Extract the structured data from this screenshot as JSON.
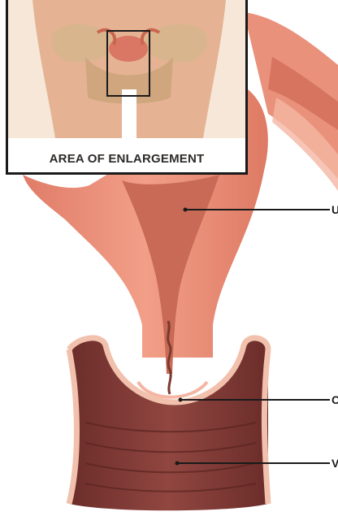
{
  "inset": {
    "caption": "AREA OF ENLARGEMENT"
  },
  "callouts": [
    {
      "id": "uterus",
      "text": "U"
    },
    {
      "id": "cervix",
      "text": "C"
    },
    {
      "id": "vagina",
      "text": "V"
    }
  ],
  "colors": {
    "uterus_wall": "#e9917b",
    "uterus_cavity": "#c86a55",
    "vagina_wall": "#7d3a35",
    "vagina_rim": "#f2c1ad",
    "leader_line": "#1a1a1a"
  }
}
